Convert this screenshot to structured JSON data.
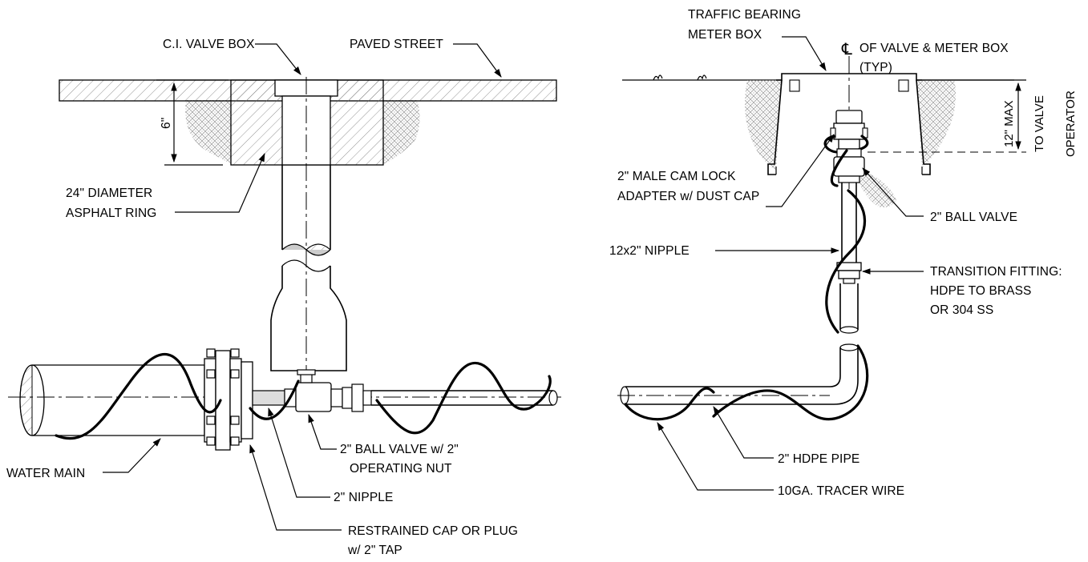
{
  "labels": {
    "ci_valve_box": "C.I. VALVE BOX",
    "paved_street": "PAVED STREET",
    "dim_6in": "6\"",
    "asphalt_ring_1": "24\" DIAMETER",
    "asphalt_ring_2": "ASPHALT RING",
    "water_main": "WATER MAIN",
    "ball_valve_nut_1": "2\" BALL VALVE  w/ 2\"",
    "ball_valve_nut_2": "OPERATING NUT",
    "nipple_2in": "2\" NIPPLE",
    "cap_plug_1": "RESTRAINED CAP OR PLUG",
    "cap_plug_2": "w/ 2\" TAP",
    "traffic_box_1": "TRAFFIC BEARING",
    "traffic_box_2": "METER BOX",
    "centerline_symbol": "℄",
    "centerline_1": "OF VALVE & METER BOX",
    "centerline_2": "(TYP)",
    "max_12in_1": "12\" MAX",
    "max_12in_2": "TO VALVE",
    "max_12in_3": "OPERATOR",
    "cam_lock_1": "2\" MALE CAM LOCK",
    "cam_lock_2": "ADAPTER w/ DUST CAP",
    "ball_valve_2in": "2\" BALL VALVE",
    "nipple_12x2": "12x2\"  NIPPLE",
    "transition_1": "TRANSITION FITTING:",
    "transition_2": "HDPE TO BRASS",
    "transition_3": "OR 304 SS",
    "hdpe_pipe": "2\" HDPE PIPE",
    "tracer_wire": "10GA. TRACER WIRE"
  }
}
